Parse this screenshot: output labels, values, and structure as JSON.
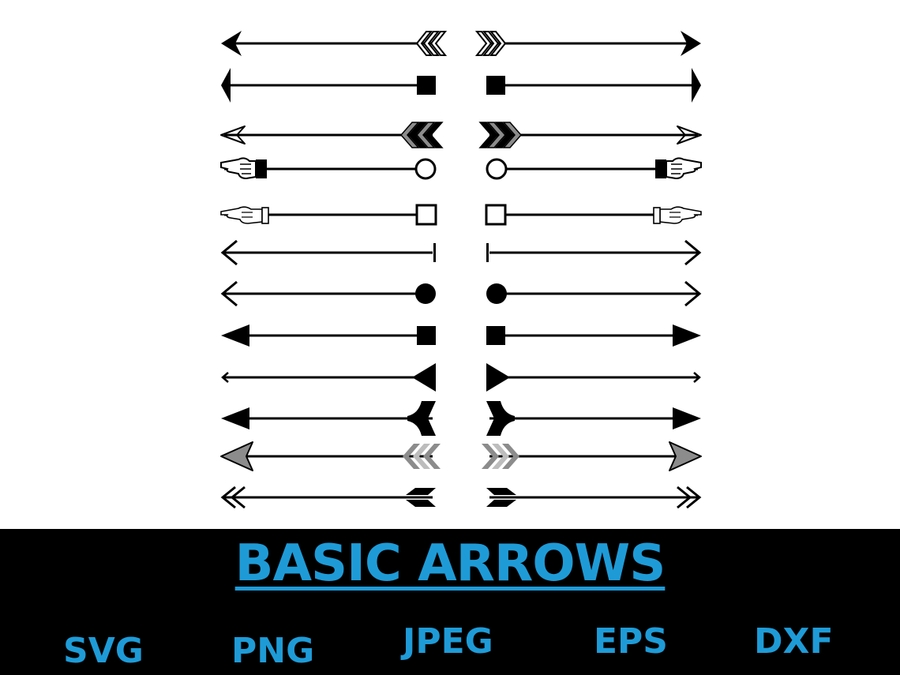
{
  "banner": {
    "title": "BASIC ARROWS",
    "formats": [
      "SVG",
      "PNG",
      "JPEG",
      "EPS",
      "DXF"
    ]
  },
  "colors": {
    "accent": "#1e9bd7",
    "banner_bg": "#000000",
    "ink": "#000000",
    "fletch_gray": "#8c8c8c"
  },
  "arrow_styles": [
    {
      "head": "line-chevron",
      "tail": "feather-outline",
      "icon": "arrow-feather-outline-icon"
    },
    {
      "head": "filled-tall-triangle",
      "tail": "filled-square",
      "icon": "arrow-square-tail-icon"
    },
    {
      "head": "thin-dart",
      "tail": "feather-gray",
      "icon": "arrow-gray-feather-icon"
    },
    {
      "head": "pointing-hand",
      "tail": "open-circle",
      "icon": "arrow-hand-circle-icon"
    },
    {
      "head": "pointing-hand-outline",
      "tail": "open-square",
      "icon": "arrow-hand-square-icon"
    },
    {
      "head": "open-chevron",
      "tail": "bar",
      "icon": "arrow-bar-tail-icon"
    },
    {
      "head": "open-chevron",
      "tail": "filled-circle",
      "icon": "arrow-dot-tail-icon"
    },
    {
      "head": "filled-triangle",
      "tail": "filled-square",
      "icon": "arrow-triangle-square-icon"
    },
    {
      "head": "small-chevron",
      "tail": "filled-triangle",
      "icon": "arrow-triangle-tail-icon"
    },
    {
      "head": "filled-triangle",
      "tail": "notched-block",
      "icon": "arrow-notched-tail-icon"
    },
    {
      "head": "gray-triangle",
      "tail": "gray-chevrons",
      "icon": "arrow-gray-chevron-icon"
    },
    {
      "head": "double-chevron",
      "tail": "notched-fletch",
      "icon": "arrow-double-chevron-icon"
    }
  ]
}
